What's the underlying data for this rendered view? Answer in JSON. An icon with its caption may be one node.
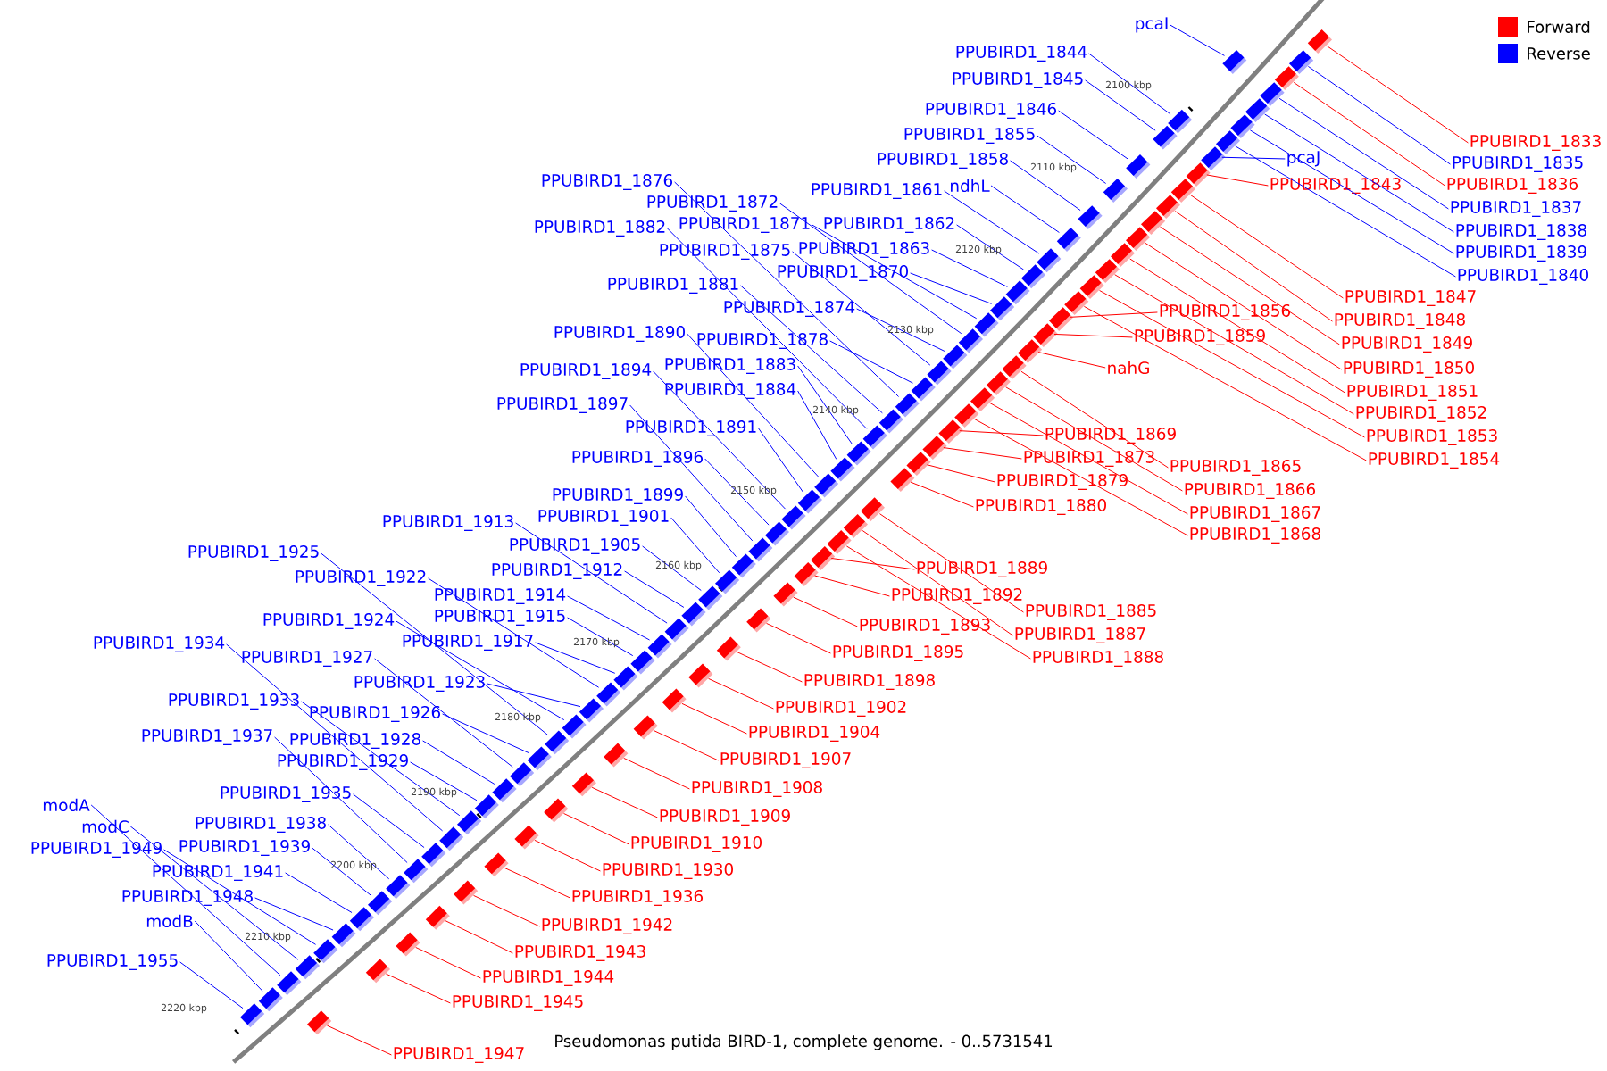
{
  "diagram": {
    "caption": "Pseudomonas putida BIRD-1, complete genome. - 0..5731541",
    "nodes": [
      {
        "text": [
          "pcaI"
        ]
      },
      {
        "text": [
          "PPUBIRD1_1844"
        ]
      },
      {
        "text": [
          "PPUBIRD1_1845"
        ]
      },
      {
        "text": [
          "PPUBIRD1_1846"
        ]
      },
      {
        "text": [
          "PPUBIRD1_1855"
        ]
      },
      {
        "text": [
          "PPUBIRD1_1833"
        ]
      },
      {
        "text": [
          "pcaJ"
        ]
      },
      {
        "text": [
          "PPUBIRD1_1858"
        ]
      },
      {
        "text": [
          "PPUBIRD1_1835"
        ]
      },
      {
        "text": [
          "PPUBIRD1_1876"
        ]
      },
      {
        "text": [
          "ndhL"
        ]
      },
      {
        "text": [
          "PPUBIRD1_1843"
        ]
      },
      {
        "text": [
          "PPUBIRD1_1836"
        ]
      },
      {
        "text": [
          "PPUBIRD1_1861"
        ]
      },
      {
        "text": [
          "PPUBIRD1_1872"
        ]
      },
      {
        "text": [
          "PPUBIRD1_1837"
        ]
      },
      {
        "text": [
          "PPUBIRD1_1871"
        ]
      },
      {
        "text": [
          "PPUBIRD1_1862"
        ]
      },
      {
        "text": [
          "PPUBIRD1_1882"
        ]
      },
      {
        "text": [
          "PPUBIRD1_1838"
        ]
      },
      {
        "text": [
          "PPUBIRD1_1875"
        ]
      },
      {
        "text": [
          "PPUBIRD1_1863"
        ]
      },
      {
        "text": [
          "PPUBIRD1_1839"
        ]
      },
      {
        "text": [
          "PPUBIRD1_1870"
        ]
      },
      {
        "text": [
          "PPUBIRD1_1840"
        ]
      },
      {
        "text": [
          "PPUBIRD1_1881"
        ]
      },
      {
        "text": [
          "PPUBIRD1_1847"
        ]
      },
      {
        "text": [
          "PPUBIRD1_1874"
        ]
      },
      {
        "text": [
          "PPUBIRD1_1856"
        ]
      },
      {
        "text": [
          "PPUBIRD1_1848"
        ]
      },
      {
        "text": [
          "PPUBIRD1_1890"
        ]
      },
      {
        "text": [
          "PPUBIRD1_1859"
        ]
      },
      {
        "text": [
          "PPUBIRD1_1878"
        ]
      },
      {
        "text": [
          "PPUBIRD1_1849"
        ]
      },
      {
        "text": [
          "PPUBIRD1_1883"
        ]
      },
      {
        "text": [
          "nahG"
        ]
      },
      {
        "text": [
          "PPUBIRD1_1850"
        ]
      },
      {
        "text": [
          "PPUBIRD1_1894"
        ]
      },
      {
        "text": [
          "PPUBIRD1_1884"
        ]
      },
      {
        "text": [
          "PPUBIRD1_1851"
        ]
      },
      {
        "text": [
          "PPUBIRD1_1897"
        ]
      },
      {
        "text": [
          "PPUBIRD1_1852"
        ]
      },
      {
        "text": [
          "PPUBIRD1_1891"
        ]
      },
      {
        "text": [
          "PPUBIRD1_1869"
        ]
      },
      {
        "text": [
          "PPUBIRD1_1853"
        ]
      },
      {
        "text": [
          "PPUBIRD1_1896"
        ]
      },
      {
        "text": [
          "PPUBIRD1_1873"
        ]
      },
      {
        "text": [
          "PPUBIRD1_1854"
        ]
      },
      {
        "text": [
          "PPUBIRD1_1865"
        ]
      },
      {
        "text": [
          "PPUBIRD1_1879"
        ]
      },
      {
        "text": [
          "PPUBIRD1_1866"
        ]
      },
      {
        "text": [
          "PPUBIRD1_1899"
        ]
      },
      {
        "text": [
          "PPUBIRD1_1880"
        ]
      },
      {
        "text": [
          "PPUBIRD1_1867"
        ]
      },
      {
        "text": [
          "PPUBIRD1_1901"
        ]
      },
      {
        "text": [
          "PPUBIRD1_1913"
        ]
      },
      {
        "text": [
          "PPUBIRD1_1868"
        ]
      },
      {
        "text": [
          "PPUBIRD1_1905"
        ]
      },
      {
        "text": [
          "PPUBIRD1_1925"
        ]
      },
      {
        "text": [
          "PPUBIRD1_1889"
        ]
      },
      {
        "text": [
          "PPUBIRD1_1912"
        ]
      },
      {
        "text": [
          "PPUBIRD1_1922"
        ]
      },
      {
        "text": [
          "PPUBIRD1_1892"
        ]
      },
      {
        "text": [
          "PPUBIRD1_1914"
        ]
      },
      {
        "text": [
          "PPUBIRD1_1885"
        ]
      },
      {
        "text": [
          "PPUBIRD1_1915"
        ]
      },
      {
        "text": [
          "PPUBIRD1_1924"
        ]
      },
      {
        "text": [
          "PPUBIRD1_1893"
        ]
      },
      {
        "text": [
          "PPUBIRD1_1887"
        ]
      },
      {
        "text": [
          "PPUBIRD1_1917"
        ]
      },
      {
        "text": [
          "PPUBIRD1_1934"
        ]
      },
      {
        "text": [
          "PPUBIRD1_1895"
        ]
      },
      {
        "text": [
          "PPUBIRD1_1927"
        ]
      },
      {
        "text": [
          "PPUBIRD1_1888"
        ]
      },
      {
        "text": [
          "PPUBIRD1_1898"
        ]
      },
      {
        "text": [
          "PPUBIRD1_1923"
        ]
      },
      {
        "text": [
          "PPUBIRD1_1933"
        ]
      },
      {
        "text": [
          "PPUBIRD1_1902"
        ]
      },
      {
        "text": [
          "PPUBIRD1_1926"
        ]
      },
      {
        "text": [
          "PPUBIRD1_1904"
        ]
      },
      {
        "text": [
          "PPUBIRD1_1937"
        ]
      },
      {
        "text": [
          "PPUBIRD1_1928"
        ]
      },
      {
        "text": [
          "PPUBIRD1_1907"
        ]
      },
      {
        "text": [
          "PPUBIRD1_1929"
        ]
      },
      {
        "text": [
          "PPUBIRD1_1908"
        ]
      },
      {
        "text": [
          "PPUBIRD1_1935"
        ]
      },
      {
        "text": [
          "modA"
        ]
      },
      {
        "text": [
          "PPUBIRD1_1938"
        ]
      },
      {
        "text": [
          "modC"
        ]
      },
      {
        "text": [
          "PPUBIRD1_1909"
        ]
      },
      {
        "text": [
          "PPUBIRD1_1949"
        ]
      },
      {
        "text": [
          "PPUBIRD1_1939"
        ]
      },
      {
        "text": [
          "PPUBIRD1_1910"
        ]
      },
      {
        "text": [
          "PPUBIRD1_1941"
        ]
      },
      {
        "text": [
          "PPUBIRD1_1930"
        ]
      },
      {
        "text": [
          "PPUBIRD1_1948"
        ]
      },
      {
        "text": [
          "PPUBIRD1_1936"
        ]
      },
      {
        "text": [
          "modB"
        ]
      },
      {
        "text": [
          "PPUBIRD1_1942"
        ]
      },
      {
        "text": [
          "PPUBIRD1_1943"
        ]
      },
      {
        "text": [
          "PPUBIRD1_1955"
        ]
      },
      {
        "text": [
          "PPUBIRD1_1944"
        ]
      },
      {
        "text": [
          "PPUBIRD1_1945"
        ]
      },
      {
        "text": [
          "PPUBIRD1_1947"
        ]
      },
      {
        "text": [],
        "shape": "box"
      },
      {
        "text": [],
        "shape": "box"
      },
      {
        "text": [],
        "shape": "box"
      },
      {
        "text": [],
        "shape": "box"
      },
      {
        "text": [],
        "shape": "box"
      },
      {
        "text": [],
        "shape": "box"
      },
      {
        "text": [],
        "shape": "box"
      },
      {
        "text": [],
        "shape": "box"
      },
      {
        "text": [],
        "shape": "box"
      },
      {
        "text": [],
        "shape": "box"
      },
      {
        "text": [],
        "shape": "box"
      },
      {
        "text": [],
        "shape": "box"
      },
      {
        "text": [],
        "shape": "box"
      },
      {
        "text": [],
        "shape": "box"
      },
      {
        "text": [],
        "shape": "box"
      },
      {
        "text": [],
        "shape": "box"
      },
      {
        "text": [],
        "shape": "box"
      },
      {
        "text": [],
        "shape": "box"
      },
      {
        "text": [],
        "shape": "box"
      },
      {
        "text": [],
        "shape": "box"
      },
      {
        "text": [],
        "shape": "box"
      },
      {
        "text": [],
        "shape": "box"
      },
      {
        "text": [],
        "shape": "box"
      },
      {
        "text": [],
        "shape": "box"
      },
      {
        "text": [],
        "shape": "box"
      },
      {
        "text": [],
        "shape": "box"
      },
      {
        "text": [],
        "shape": "box"
      },
      {
        "text": [],
        "shape": "box"
      },
      {
        "text": [],
        "shape": "box"
      },
      {
        "text": [],
        "shape": "box"
      },
      {
        "text": [],
        "shape": "box"
      },
      {
        "text": [],
        "shape": "box"
      },
      {
        "text": [],
        "shape": "box"
      },
      {
        "text": [],
        "shape": "box"
      },
      {
        "text": [],
        "shape": "box"
      },
      {
        "text": [],
        "shape": "box"
      },
      {
        "text": [],
        "shape": "box"
      },
      {
        "text": [],
        "shape": "box"
      },
      {
        "text": [],
        "shape": "box"
      },
      {
        "text": [],
        "shape": "box"
      },
      {
        "text": [],
        "shape": "box"
      },
      {
        "text": [],
        "shape": "box"
      },
      {
        "text": [],
        "shape": "box"
      },
      {
        "text": [],
        "shape": "box"
      },
      {
        "text": [],
        "shape": "box"
      },
      {
        "text": [],
        "shape": "box"
      },
      {
        "text": [],
        "shape": "box"
      },
      {
        "text": [],
        "shape": "box"
      },
      {
        "text": [],
        "shape": "box"
      },
      {
        "text": [],
        "shape": "box"
      },
      {
        "text": [],
        "shape": "box"
      },
      {
        "text": [],
        "shape": "box"
      },
      {
        "text": [],
        "shape": "box"
      },
      {
        "text": [],
        "shape": "box"
      },
      {
        "text": [],
        "shape": "box"
      },
      {
        "text": [],
        "shape": "box"
      },
      {
        "text": [],
        "shape": "box"
      },
      {
        "text": [],
        "shape": "box"
      },
      {
        "text": [],
        "shape": "box"
      },
      {
        "text": [],
        "shape": "box"
      },
      {
        "text": [],
        "shape": "box"
      },
      {
        "text": [],
        "shape": "box"
      },
      {
        "text": [],
        "shape": "box"
      },
      {
        "text": [],
        "shape": "box"
      },
      {
        "text": [],
        "shape": "box"
      },
      {
        "text": [],
        "shape": "box"
      },
      {
        "text": [],
        "shape": "box"
      },
      {
        "text": [],
        "shape": "box"
      },
      {
        "text": [],
        "shape": "box"
      },
      {
        "text": [],
        "shape": "box"
      },
      {
        "text": [],
        "shape": "box"
      },
      {
        "text": [],
        "shape": "box"
      },
      {
        "text": [],
        "shape": "box"
      },
      {
        "text": [],
        "shape": "box"
      },
      {
        "text": [],
        "shape": "box"
      },
      {
        "text": [],
        "shape": "box"
      },
      {
        "text": [],
        "shape": "box"
      },
      {
        "text": [],
        "shape": "box"
      },
      {
        "text": [],
        "shape": "box"
      },
      {
        "text": [],
        "shape": "box"
      },
      {
        "text": [],
        "shape": "box"
      },
      {
        "text": [],
        "shape": "box"
      },
      {
        "text": [],
        "shape": "box"
      },
      {
        "text": [],
        "shape": "box"
      },
      {
        "text": [],
        "shape": "box"
      },
      {
        "text": [],
        "shape": "box"
      },
      {
        "text": [],
        "shape": "box"
      },
      {
        "text": [],
        "shape": "box"
      },
      {
        "text": [],
        "shape": "box"
      },
      {
        "text": [],
        "shape": "box"
      },
      {
        "text": [],
        "shape": "box"
      },
      {
        "text": [],
        "shape": "box"
      },
      {
        "text": [],
        "shape": "box"
      },
      {
        "text": [],
        "shape": "box"
      },
      {
        "text": [],
        "shape": "box"
      },
      {
        "text": [],
        "shape": "box"
      },
      {
        "text": [],
        "shape": "box"
      },
      {
        "text": [],
        "shape": "box"
      },
      {
        "text": [],
        "shape": "box"
      },
      {
        "text": [],
        "shape": "box"
      },
      {
        "text": [],
        "shape": "box"
      },
      {
        "text": [],
        "shape": "box"
      },
      {
        "text": [],
        "shape": "box"
      },
      {
        "text": [],
        "shape": "box"
      }
    ],
    "edges": [
      {
        "from": 0,
        "to": 104,
        "arrow": "none",
        "color": "#0000ff"
      },
      {
        "from": 1,
        "to": 105,
        "arrow": "none",
        "color": "#0000ff"
      },
      {
        "from": 2,
        "to": 106,
        "arrow": "none",
        "color": "#0000ff"
      },
      {
        "from": 3,
        "to": 107,
        "arrow": "none",
        "color": "#0000ff"
      },
      {
        "from": 4,
        "to": 108,
        "arrow": "none",
        "color": "#0000ff"
      },
      {
        "from": 5,
        "to": 109,
        "arrow": "none",
        "color": "#ff0000"
      },
      {
        "from": 6,
        "to": 110,
        "arrow": "none",
        "color": "#0000ff"
      },
      {
        "from": 7,
        "to": 111,
        "arrow": "none",
        "color": "#0000ff"
      },
      {
        "from": 8,
        "to": 112,
        "arrow": "none",
        "color": "#0000ff"
      },
      {
        "from": 9,
        "to": 113,
        "arrow": "none",
        "color": "#0000ff"
      },
      {
        "from": 10,
        "to": 114,
        "arrow": "none",
        "color": "#0000ff"
      },
      {
        "from": 11,
        "to": 115,
        "arrow": "none",
        "color": "#ff0000"
      },
      {
        "from": 12,
        "to": 116,
        "arrow": "none",
        "color": "#ff0000"
      },
      {
        "from": 13,
        "to": 117,
        "arrow": "none",
        "color": "#0000ff"
      },
      {
        "from": 14,
        "to": 118,
        "arrow": "none",
        "color": "#0000ff"
      },
      {
        "from": 15,
        "to": 119,
        "arrow": "none",
        "color": "#0000ff"
      },
      {
        "from": 16,
        "to": 120,
        "arrow": "none",
        "color": "#0000ff"
      },
      {
        "from": 17,
        "to": 121,
        "arrow": "none",
        "color": "#0000ff"
      },
      {
        "from": 18,
        "to": 122,
        "arrow": "none",
        "color": "#0000ff"
      },
      {
        "from": 19,
        "to": 123,
        "arrow": "none",
        "color": "#0000ff"
      },
      {
        "from": 20,
        "to": 124,
        "arrow": "none",
        "color": "#0000ff"
      },
      {
        "from": 21,
        "to": 125,
        "arrow": "none",
        "color": "#0000ff"
      },
      {
        "from": 22,
        "to": 126,
        "arrow": "none",
        "color": "#0000ff"
      },
      {
        "from": 23,
        "to": 127,
        "arrow": "none",
        "color": "#0000ff"
      },
      {
        "from": 24,
        "to": 128,
        "arrow": "none",
        "color": "#0000ff"
      },
      {
        "from": 25,
        "to": 129,
        "arrow": "none",
        "color": "#0000ff"
      },
      {
        "from": 26,
        "to": 130,
        "arrow": "none",
        "color": "#ff0000"
      },
      {
        "from": 27,
        "to": 131,
        "arrow": "none",
        "color": "#0000ff"
      },
      {
        "from": 28,
        "to": 132,
        "arrow": "none",
        "color": "#ff0000"
      },
      {
        "from": 29,
        "to": 133,
        "arrow": "none",
        "color": "#ff0000"
      },
      {
        "from": 30,
        "to": 134,
        "arrow": "none",
        "color": "#0000ff"
      },
      {
        "from": 31,
        "to": 135,
        "arrow": "none",
        "color": "#ff0000"
      },
      {
        "from": 32,
        "to": 136,
        "arrow": "none",
        "color": "#0000ff"
      },
      {
        "from": 33,
        "to": 137,
        "arrow": "none",
        "color": "#ff0000"
      },
      {
        "from": 34,
        "to": 138,
        "arrow": "none",
        "color": "#0000ff"
      },
      {
        "from": 35,
        "to": 139,
        "arrow": "none",
        "color": "#ff0000"
      },
      {
        "from": 36,
        "to": 140,
        "arrow": "none",
        "color": "#ff0000"
      },
      {
        "from": 37,
        "to": 141,
        "arrow": "none",
        "color": "#0000ff"
      },
      {
        "from": 38,
        "to": 142,
        "arrow": "none",
        "color": "#0000ff"
      },
      {
        "from": 39,
        "to": 143,
        "arrow": "none",
        "color": "#ff0000"
      },
      {
        "from": 40,
        "to": 144,
        "arrow": "none",
        "color": "#0000ff"
      },
      {
        "from": 41,
        "to": 145,
        "arrow": "none",
        "color": "#ff0000"
      },
      {
        "from": 42,
        "to": 146,
        "arrow": "none",
        "color": "#0000ff"
      },
      {
        "from": 43,
        "to": 147,
        "arrow": "none",
        "color": "#ff0000"
      },
      {
        "from": 44,
        "to": 148,
        "arrow": "none",
        "color": "#ff0000"
      },
      {
        "from": 45,
        "to": 149,
        "arrow": "none",
        "color": "#0000ff"
      },
      {
        "from": 46,
        "to": 150,
        "arrow": "none",
        "color": "#ff0000"
      },
      {
        "from": 47,
        "to": 151,
        "arrow": "none",
        "color": "#ff0000"
      },
      {
        "from": 48,
        "to": 152,
        "arrow": "none",
        "color": "#ff0000"
      },
      {
        "from": 49,
        "to": 153,
        "arrow": "none",
        "color": "#ff0000"
      },
      {
        "from": 50,
        "to": 154,
        "arrow": "none",
        "color": "#ff0000"
      },
      {
        "from": 51,
        "to": 155,
        "arrow": "none",
        "color": "#0000ff"
      },
      {
        "from": 52,
        "to": 156,
        "arrow": "none",
        "color": "#ff0000"
      },
      {
        "from": 53,
        "to": 157,
        "arrow": "none",
        "color": "#ff0000"
      },
      {
        "from": 54,
        "to": 158,
        "arrow": "none",
        "color": "#0000ff"
      },
      {
        "from": 55,
        "to": 159,
        "arrow": "none",
        "color": "#0000ff"
      },
      {
        "from": 56,
        "to": 160,
        "arrow": "none",
        "color": "#ff0000"
      },
      {
        "from": 57,
        "to": 161,
        "arrow": "none",
        "color": "#0000ff"
      },
      {
        "from": 58,
        "to": 162,
        "arrow": "none",
        "color": "#0000ff"
      },
      {
        "from": 59,
        "to": 163,
        "arrow": "none",
        "color": "#ff0000"
      },
      {
        "from": 60,
        "to": 164,
        "arrow": "none",
        "color": "#0000ff"
      },
      {
        "from": 61,
        "to": 165,
        "arrow": "none",
        "color": "#0000ff"
      },
      {
        "from": 62,
        "to": 166,
        "arrow": "none",
        "color": "#ff0000"
      },
      {
        "from": 63,
        "to": 167,
        "arrow": "none",
        "color": "#0000ff"
      },
      {
        "from": 64,
        "to": 168,
        "arrow": "none",
        "color": "#ff0000"
      },
      {
        "from": 65,
        "to": 169,
        "arrow": "none",
        "color": "#0000ff"
      },
      {
        "from": 66,
        "to": 170,
        "arrow": "none",
        "color": "#0000ff"
      },
      {
        "from": 67,
        "to": 171,
        "arrow": "none",
        "color": "#ff0000"
      },
      {
        "from": 68,
        "to": 172,
        "arrow": "none",
        "color": "#ff0000"
      },
      {
        "from": 69,
        "to": 173,
        "arrow": "none",
        "color": "#0000ff"
      },
      {
        "from": 70,
        "to": 174,
        "arrow": "none",
        "color": "#0000ff"
      },
      {
        "from": 71,
        "to": 175,
        "arrow": "none",
        "color": "#ff0000"
      },
      {
        "from": 72,
        "to": 176,
        "arrow": "none",
        "color": "#0000ff"
      },
      {
        "from": 73,
        "to": 177,
        "arrow": "none",
        "color": "#ff0000"
      },
      {
        "from": 74,
        "to": 178,
        "arrow": "none",
        "color": "#ff0000"
      },
      {
        "from": 75,
        "to": 179,
        "arrow": "none",
        "color": "#0000ff"
      },
      {
        "from": 76,
        "to": 180,
        "arrow": "none",
        "color": "#0000ff"
      },
      {
        "from": 77,
        "to": 181,
        "arrow": "none",
        "color": "#ff0000"
      },
      {
        "from": 78,
        "to": 182,
        "arrow": "none",
        "color": "#0000ff"
      },
      {
        "from": 79,
        "to": 183,
        "arrow": "none",
        "color": "#ff0000"
      },
      {
        "from": 80,
        "to": 184,
        "arrow": "none",
        "color": "#0000ff"
      },
      {
        "from": 81,
        "to": 185,
        "arrow": "none",
        "color": "#0000ff"
      },
      {
        "from": 82,
        "to": 186,
        "arrow": "none",
        "color": "#ff0000"
      },
      {
        "from": 83,
        "to": 187,
        "arrow": "none",
        "color": "#0000ff"
      },
      {
        "from": 84,
        "to": 188,
        "arrow": "none",
        "color": "#ff0000"
      },
      {
        "from": 85,
        "to": 189,
        "arrow": "none",
        "color": "#0000ff"
      },
      {
        "from": 86,
        "to": 190,
        "arrow": "none",
        "color": "#0000ff"
      },
      {
        "from": 87,
        "to": 191,
        "arrow": "none",
        "color": "#0000ff"
      },
      {
        "from": 88,
        "to": 192,
        "arrow": "none",
        "color": "#0000ff"
      },
      {
        "from": 89,
        "to": 193,
        "arrow": "none",
        "color": "#ff0000"
      },
      {
        "from": 90,
        "to": 194,
        "arrow": "none",
        "color": "#0000ff"
      },
      {
        "from": 91,
        "to": 195,
        "arrow": "none",
        "color": "#0000ff"
      },
      {
        "from": 92,
        "to": 196,
        "arrow": "none",
        "color": "#ff0000"
      },
      {
        "from": 93,
        "to": 197,
        "arrow": "none",
        "color": "#0000ff"
      },
      {
        "from": 94,
        "to": 198,
        "arrow": "none",
        "color": "#ff0000"
      },
      {
        "from": 95,
        "to": 199,
        "arrow": "none",
        "color": "#0000ff"
      },
      {
        "from": 96,
        "to": 200,
        "arrow": "none",
        "color": "#ff0000"
      },
      {
        "from": 97,
        "to": 201,
        "arrow": "none",
        "color": "#0000ff"
      },
      {
        "from": 98,
        "to": 202,
        "arrow": "none",
        "color": "#ff0000"
      },
      {
        "from": 99,
        "to": 203,
        "arrow": "none",
        "color": "#ff0000"
      },
      {
        "from": 100,
        "to": 204,
        "arrow": "none",
        "color": "#0000ff"
      },
      {
        "from": 101,
        "to": 205,
        "arrow": "none",
        "color": "#ff0000"
      },
      {
        "from": 102,
        "to": 206,
        "arrow": "none",
        "color": "#ff0000"
      },
      {
        "from": 103,
        "to": 207,
        "arrow": "none",
        "color": "#ff0000"
      }
    ],
    "labels": [
      "2100 kbp",
      "2110 kbp",
      "2120 kbp",
      "2130 kbp",
      "2140 kbp",
      "2150 kbp",
      "2160 kbp",
      "2170 kbp",
      "2180 kbp",
      "2190 kbp",
      "2200 kbp",
      "2210 kbp",
      "2220 kbp"
    ],
    "legend": [
      {
        "text": "Forward",
        "color": "#ff0000"
      },
      {
        "text": "Reverse",
        "color": "#0000ff"
      }
    ]
  }
}
